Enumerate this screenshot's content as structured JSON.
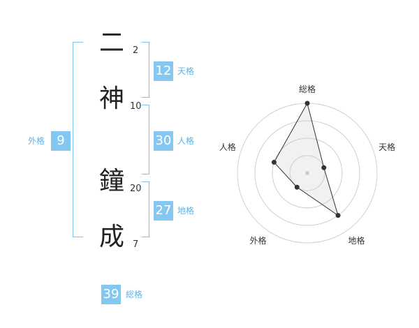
{
  "name": {
    "characters": [
      {
        "char": "二",
        "strokes": "2"
      },
      {
        "char": "神",
        "strokes": "10"
      },
      {
        "char": "鐘",
        "strokes": "20"
      },
      {
        "char": "成",
        "strokes": "7"
      }
    ]
  },
  "fortunes": {
    "tenkaku": {
      "value": "12",
      "label": "天格"
    },
    "jinkaku": {
      "value": "30",
      "label": "人格"
    },
    "chikaku": {
      "value": "27",
      "label": "地格"
    },
    "gaikaku": {
      "value": "9",
      "label": "外格"
    },
    "soukaku": {
      "value": "39",
      "label": "総格"
    }
  },
  "colors": {
    "accent": "#84c8f2",
    "bracket": "#7cc1ee",
    "label": "#5fb2e8"
  },
  "chart_data": {
    "type": "radar",
    "axes": [
      "総格",
      "天格",
      "地格",
      "外格",
      "人格"
    ],
    "values": [
      4,
      1,
      3,
      1,
      2
    ],
    "range": [
      0,
      4
    ],
    "rings": 4,
    "grid": true
  }
}
